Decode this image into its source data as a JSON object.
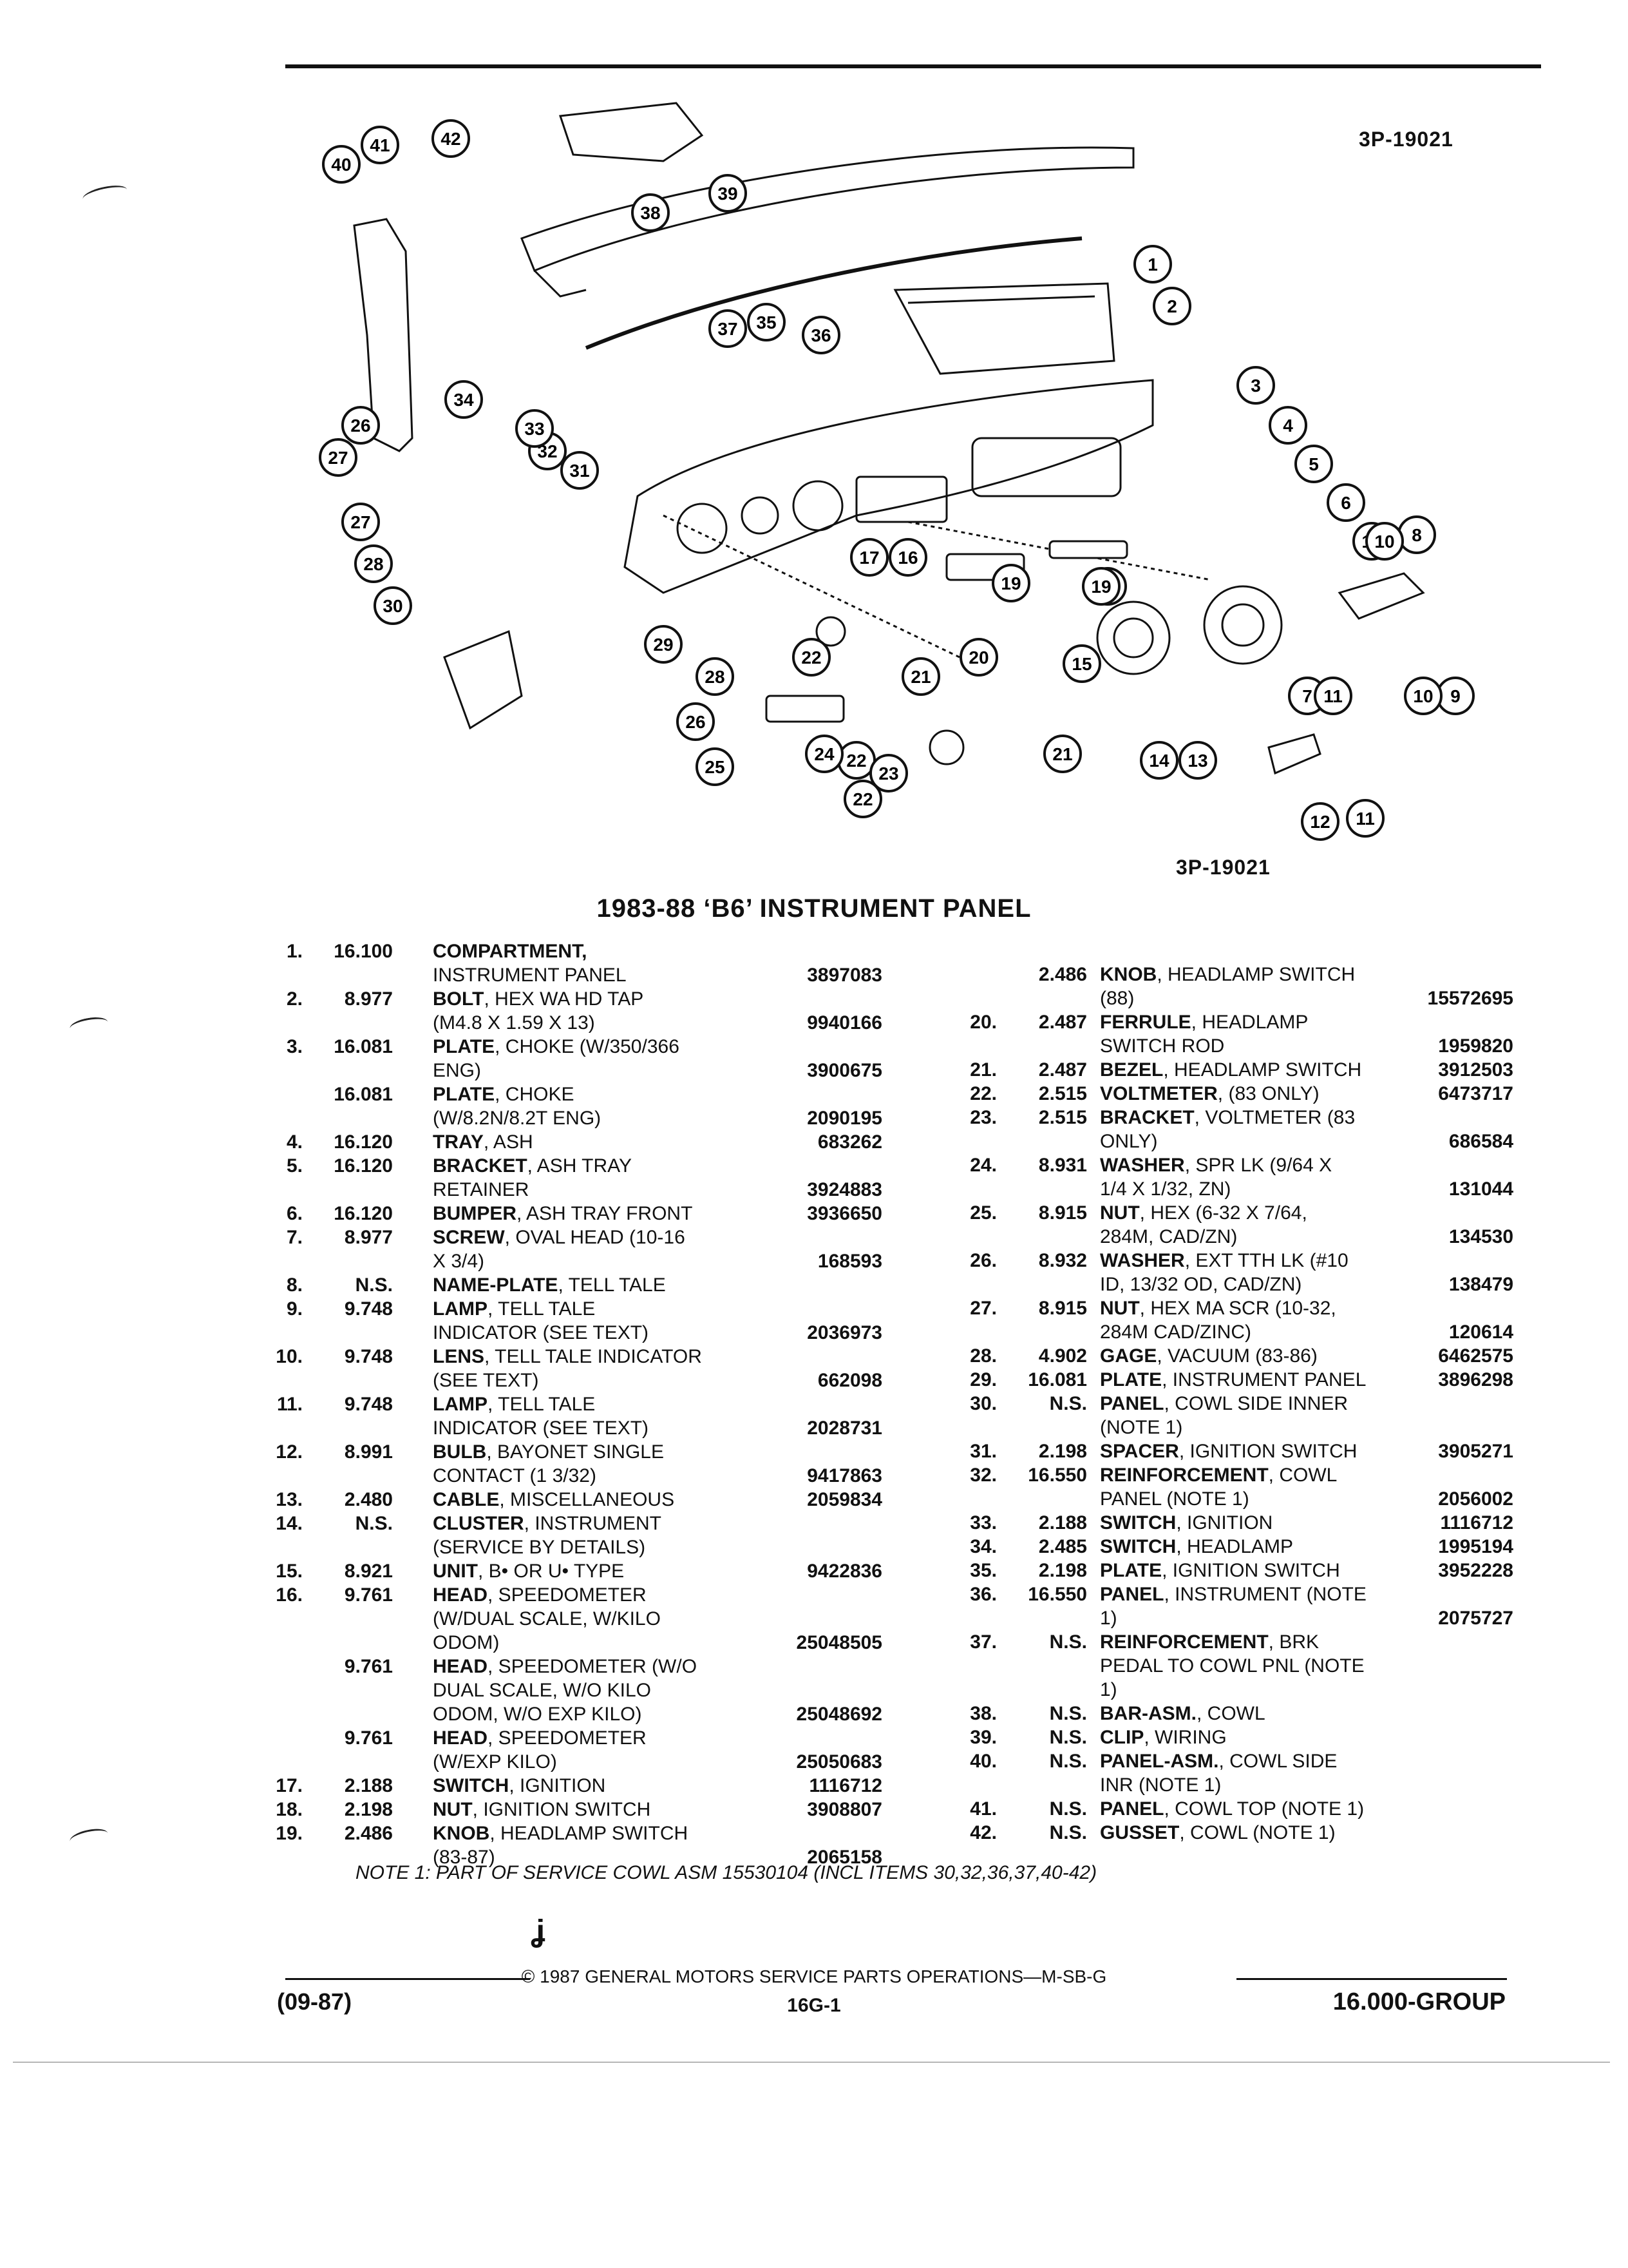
{
  "figure_code_top": "3P-19021",
  "figure_code_bottom": "3P-19021",
  "title": "1983-88 ‘B6’ INSTRUMENT PANEL",
  "callouts": [
    "1",
    "2",
    "3",
    "4",
    "5",
    "6",
    "7",
    "8",
    "9",
    "10",
    "10",
    "10",
    "11",
    "11",
    "12",
    "13",
    "14",
    "15",
    "16",
    "17",
    "18",
    "19",
    "19",
    "20",
    "21",
    "21",
    "22",
    "22",
    "22",
    "23",
    "24",
    "25",
    "26",
    "26",
    "27",
    "27",
    "28",
    "28",
    "29",
    "30",
    "31",
    "32",
    "33",
    "34",
    "35",
    "36",
    "37",
    "38",
    "39",
    "40",
    "41",
    "42"
  ],
  "left_column": [
    {
      "no": "1.",
      "group": "16.100",
      "name": "COMPARTMENT,",
      "rest": "",
      "part": ""
    },
    {
      "no": "",
      "group": "",
      "name": "",
      "rest": "INSTRUMENT PANEL",
      "part": "3897083"
    },
    {
      "no": "2.",
      "group": "8.977",
      "name": "BOLT",
      "rest": ", HEX WA HD TAP",
      "part": ""
    },
    {
      "no": "",
      "group": "",
      "name": "",
      "rest": "(M4.8 X 1.59 X 13)",
      "part": "9940166"
    },
    {
      "no": "3.",
      "group": "16.081",
      "name": "PLATE",
      "rest": ", CHOKE (W/350/366",
      "part": ""
    },
    {
      "no": "",
      "group": "",
      "name": "",
      "rest": "ENG)",
      "part": "3900675"
    },
    {
      "no": "",
      "group": "16.081",
      "name": "PLATE",
      "rest": ", CHOKE",
      "part": ""
    },
    {
      "no": "",
      "group": "",
      "name": "",
      "rest": "(W/8.2N/8.2T ENG)",
      "part": "2090195"
    },
    {
      "no": "4.",
      "group": "16.120",
      "name": "TRAY",
      "rest": ", ASH",
      "part": "683262"
    },
    {
      "no": "5.",
      "group": "16.120",
      "name": "BRACKET",
      "rest": ", ASH TRAY",
      "part": ""
    },
    {
      "no": "",
      "group": "",
      "name": "",
      "rest": "RETAINER",
      "part": "3924883"
    },
    {
      "no": "6.",
      "group": "16.120",
      "name": "BUMPER",
      "rest": ", ASH TRAY FRONT",
      "part": "3936650"
    },
    {
      "no": "7.",
      "group": "8.977",
      "name": "SCREW",
      "rest": ", OVAL HEAD (10-16",
      "part": ""
    },
    {
      "no": "",
      "group": "",
      "name": "",
      "rest": "X 3/4)",
      "part": "168593"
    },
    {
      "no": "8.",
      "group": "N.S.",
      "name": "NAME-PLATE",
      "rest": ", TELL TALE",
      "part": ""
    },
    {
      "no": "9.",
      "group": "9.748",
      "name": "LAMP",
      "rest": ", TELL TALE",
      "part": ""
    },
    {
      "no": "",
      "group": "",
      "name": "",
      "rest": "INDICATOR (SEE TEXT)",
      "part": "2036973"
    },
    {
      "no": "10.",
      "group": "9.748",
      "name": "LENS",
      "rest": ", TELL TALE INDICATOR",
      "part": ""
    },
    {
      "no": "",
      "group": "",
      "name": "",
      "rest": "(SEE TEXT)",
      "part": "662098"
    },
    {
      "no": "11.",
      "group": "9.748",
      "name": "LAMP",
      "rest": ", TELL TALE",
      "part": ""
    },
    {
      "no": "",
      "group": "",
      "name": "",
      "rest": "INDICATOR (SEE TEXT)",
      "part": "2028731"
    },
    {
      "no": "12.",
      "group": "8.991",
      "name": "BULB",
      "rest": ", BAYONET SINGLE",
      "part": ""
    },
    {
      "no": "",
      "group": "",
      "name": "",
      "rest": "CONTACT (1 3/32)",
      "part": "9417863"
    },
    {
      "no": "13.",
      "group": "2.480",
      "name": "CABLE",
      "rest": ", MISCELLANEOUS",
      "part": "2059834"
    },
    {
      "no": "14.",
      "group": "N.S.",
      "name": "CLUSTER",
      "rest": ", INSTRUMENT",
      "part": ""
    },
    {
      "no": "",
      "group": "",
      "name": "",
      "rest": "(SERVICE BY DETAILS)",
      "part": ""
    },
    {
      "no": "15.",
      "group": "8.921",
      "name": "UNIT",
      "rest": ", B• OR U• TYPE",
      "part": "9422836"
    },
    {
      "no": "16.",
      "group": "9.761",
      "name": "HEAD",
      "rest": ", SPEEDOMETER",
      "part": ""
    },
    {
      "no": "",
      "group": "",
      "name": "",
      "rest": "(W/DUAL SCALE, W/KILO",
      "part": ""
    },
    {
      "no": "",
      "group": "",
      "name": "",
      "rest": "ODOM)",
      "part": "25048505"
    },
    {
      "no": "",
      "group": "9.761",
      "name": "HEAD",
      "rest": ", SPEEDOMETER (W/O",
      "part": ""
    },
    {
      "no": "",
      "group": "",
      "name": "",
      "rest": "DUAL SCALE, W/O KILO",
      "part": ""
    },
    {
      "no": "",
      "group": "",
      "name": "",
      "rest": "ODOM, W/O EXP KILO)",
      "part": "25048692"
    },
    {
      "no": "",
      "group": "9.761",
      "name": "HEAD",
      "rest": ", SPEEDOMETER",
      "part": ""
    },
    {
      "no": "",
      "group": "",
      "name": "",
      "rest": "(W/EXP KILO)",
      "part": "25050683"
    },
    {
      "no": "17.",
      "group": "2.188",
      "name": "SWITCH",
      "rest": ", IGNITION",
      "part": "1116712"
    },
    {
      "no": "18.",
      "group": "2.198",
      "name": "NUT",
      "rest": ", IGNITION SWITCH",
      "part": "3908807"
    },
    {
      "no": "19.",
      "group": "2.486",
      "name": "KNOB",
      "rest": ", HEADLAMP SWITCH",
      "part": ""
    },
    {
      "no": "",
      "group": "",
      "name": "",
      "rest": "(83-87)",
      "part": "2065158"
    }
  ],
  "right_column": [
    {
      "no": "",
      "group": "2.486",
      "name": "KNOB",
      "rest": ", HEADLAMP SWITCH",
      "part": ""
    },
    {
      "no": "",
      "group": "",
      "name": "",
      "rest": "(88)",
      "part": "15572695"
    },
    {
      "no": "20.",
      "group": "2.487",
      "name": "FERRULE",
      "rest": ", HEADLAMP",
      "part": ""
    },
    {
      "no": "",
      "group": "",
      "name": "",
      "rest": "SWITCH ROD",
      "part": "1959820"
    },
    {
      "no": "21.",
      "group": "2.487",
      "name": "BEZEL",
      "rest": ", HEADLAMP SWITCH",
      "part": "3912503"
    },
    {
      "no": "22.",
      "group": "2.515",
      "name": "VOLTMETER",
      "rest": ", (83 ONLY)",
      "part": "6473717"
    },
    {
      "no": "23.",
      "group": "2.515",
      "name": "BRACKET",
      "rest": ", VOLTMETER (83",
      "part": ""
    },
    {
      "no": "",
      "group": "",
      "name": "",
      "rest": "ONLY)",
      "part": "686584"
    },
    {
      "no": "24.",
      "group": "8.931",
      "name": "WASHER",
      "rest": ", SPR LK (9/64 X",
      "part": ""
    },
    {
      "no": "",
      "group": "",
      "name": "",
      "rest": "1/4 X 1/32, ZN)",
      "part": "131044"
    },
    {
      "no": "25.",
      "group": "8.915",
      "name": "NUT",
      "rest": ", HEX (6-32 X 7/64,",
      "part": ""
    },
    {
      "no": "",
      "group": "",
      "name": "",
      "rest": "284M, CAD/ZN)",
      "part": "134530"
    },
    {
      "no": "26.",
      "group": "8.932",
      "name": "WASHER",
      "rest": ", EXT TTH LK (#10",
      "part": ""
    },
    {
      "no": "",
      "group": "",
      "name": "",
      "rest": "ID, 13/32 OD, CAD/ZN)",
      "part": "138479"
    },
    {
      "no": "27.",
      "group": "8.915",
      "name": "NUT",
      "rest": ", HEX MA SCR (10-32,",
      "part": ""
    },
    {
      "no": "",
      "group": "",
      "name": "",
      "rest": "284M CAD/ZINC)",
      "part": "120614"
    },
    {
      "no": "28.",
      "group": "4.902",
      "name": "GAGE",
      "rest": ", VACUUM (83-86)",
      "part": "6462575"
    },
    {
      "no": "29.",
      "group": "16.081",
      "name": "PLATE",
      "rest": ", INSTRUMENT PANEL",
      "part": "3896298"
    },
    {
      "no": "30.",
      "group": "N.S.",
      "name": "PANEL",
      "rest": ", COWL SIDE INNER",
      "part": ""
    },
    {
      "no": "",
      "group": "",
      "name": "",
      "rest": "(NOTE 1)",
      "part": ""
    },
    {
      "no": "31.",
      "group": "2.198",
      "name": "SPACER",
      "rest": ", IGNITION SWITCH",
      "part": "3905271"
    },
    {
      "no": "32.",
      "group": "16.550",
      "name": "REINFORCEMENT",
      "rest": ", COWL",
      "part": ""
    },
    {
      "no": "",
      "group": "",
      "name": "",
      "rest": "PANEL (NOTE 1)",
      "part": "2056002"
    },
    {
      "no": "33.",
      "group": "2.188",
      "name": "SWITCH",
      "rest": ", IGNITION",
      "part": "1116712"
    },
    {
      "no": "34.",
      "group": "2.485",
      "name": "SWITCH",
      "rest": ", HEADLAMP",
      "part": "1995194"
    },
    {
      "no": "35.",
      "group": "2.198",
      "name": "PLATE",
      "rest": ", IGNITION SWITCH",
      "part": "3952228"
    },
    {
      "no": "36.",
      "group": "16.550",
      "name": "PANEL",
      "rest": ", INSTRUMENT (NOTE",
      "part": ""
    },
    {
      "no": "",
      "group": "",
      "name": "",
      "rest": "1)",
      "part": "2075727"
    },
    {
      "no": "37.",
      "group": "N.S.",
      "name": "REINFORCEMENT",
      "rest": ", BRK",
      "part": ""
    },
    {
      "no": "",
      "group": "",
      "name": "",
      "rest": "PEDAL TO COWL PNL (NOTE",
      "part": ""
    },
    {
      "no": "",
      "group": "",
      "name": "",
      "rest": "1)",
      "part": ""
    },
    {
      "no": "38.",
      "group": "N.S.",
      "name": "BAR-ASM.",
      "rest": ", COWL",
      "part": ""
    },
    {
      "no": "39.",
      "group": "N.S.",
      "name": "CLIP",
      "rest": ", WIRING",
      "part": ""
    },
    {
      "no": "40.",
      "group": "N.S.",
      "name": "PANEL-ASM.",
      "rest": ", COWL SIDE",
      "part": ""
    },
    {
      "no": "",
      "group": "",
      "name": "",
      "rest": "INR (NOTE 1)",
      "part": ""
    },
    {
      "no": "41.",
      "group": "N.S.",
      "name": "PANEL",
      "rest": ", COWL TOP (NOTE 1)",
      "part": ""
    },
    {
      "no": "42.",
      "group": "N.S.",
      "name": "GUSSET",
      "rest": ", COWL (NOTE 1)",
      "part": ""
    }
  ],
  "note": "NOTE 1: PART OF SERVICE COWL ASM 15530104 (INCL ITEMS 30,32,36,37,40-42)",
  "footer": {
    "copyright": "© 1987 GENERAL MOTORS SERVICE PARTS OPERATIONS—M-SB-G",
    "date": "(09-87)",
    "page": "16G-1",
    "group": "16.000-GROUP"
  }
}
